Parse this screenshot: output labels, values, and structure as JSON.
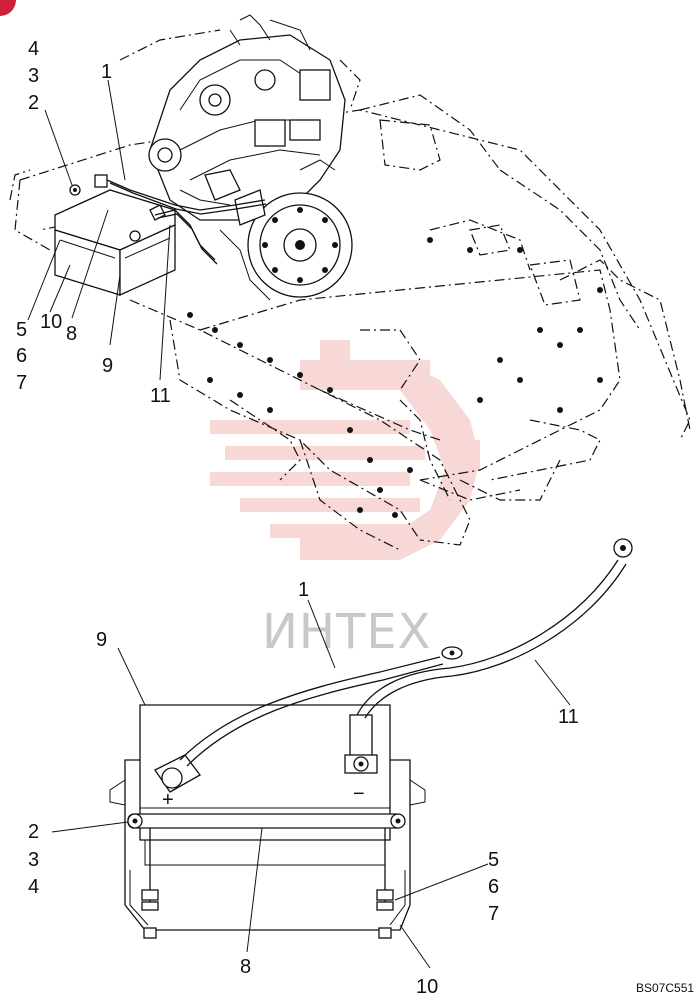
{
  "callouts_top": [
    {
      "id": "c-top-4",
      "text": "4"
    },
    {
      "id": "c-top-3",
      "text": "3"
    },
    {
      "id": "c-top-2",
      "text": "2"
    },
    {
      "id": "c-top-1",
      "text": "1"
    },
    {
      "id": "c-top-5",
      "text": "5"
    },
    {
      "id": "c-top-10",
      "text": "10"
    },
    {
      "id": "c-top-8",
      "text": "8"
    },
    {
      "id": "c-top-6",
      "text": "6"
    },
    {
      "id": "c-top-9",
      "text": "9"
    },
    {
      "id": "c-top-7",
      "text": "7"
    },
    {
      "id": "c-top-11",
      "text": "11"
    }
  ],
  "callouts_bottom": [
    {
      "id": "c-bot-1",
      "text": "1"
    },
    {
      "id": "c-bot-9",
      "text": "9"
    },
    {
      "id": "c-bot-11",
      "text": "11"
    },
    {
      "id": "c-bot-2",
      "text": "2"
    },
    {
      "id": "c-bot-3",
      "text": "3"
    },
    {
      "id": "c-bot-4",
      "text": "4"
    },
    {
      "id": "c-bot-5",
      "text": "5"
    },
    {
      "id": "c-bot-6",
      "text": "6"
    },
    {
      "id": "c-bot-7",
      "text": "7"
    },
    {
      "id": "c-bot-8",
      "text": "8"
    },
    {
      "id": "c-bot-10",
      "text": "10"
    }
  ],
  "battery_terminals": {
    "positive": "+",
    "negative": "−"
  },
  "watermark_text": "ИНТЕХ",
  "drawing_code": "BS07C551",
  "colors": {
    "ink": "#111111",
    "watermark_logo": "#f4b8b8",
    "watermark_text": "#c8c8c8",
    "corner_badge": "#d0213a"
  }
}
